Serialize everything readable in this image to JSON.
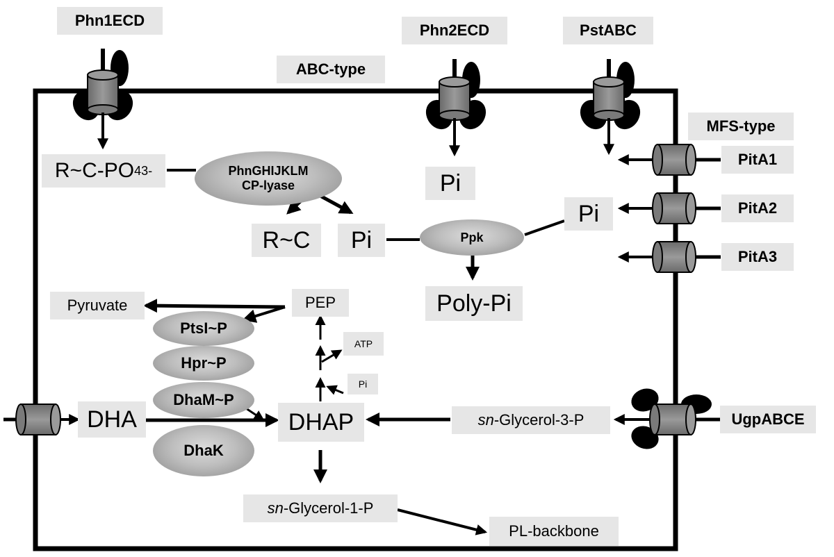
{
  "labels": {
    "phn1ecd": "Phn1ECD",
    "phn2ecd": "Phn2ECD",
    "pstabc": "PstABC",
    "abc_type": "ABC-type",
    "mfs_type": "MFS-type",
    "pita1": "PitA1",
    "pita2": "PitA2",
    "pita3": "PitA3",
    "ugpabce": "UgpABCE"
  },
  "metabolites": {
    "phosphonate_base": "R~C-PO",
    "phosphonate_sub": "4",
    "phosphonate_sup": "3-",
    "rc": "R~C",
    "pi_center": "Pi",
    "pi_top": "Pi",
    "pi_right": "Pi",
    "polypi": "Poly-Pi",
    "pyruvate": "Pyruvate",
    "pep": "PEP",
    "atp": "ATP",
    "pi_small": "Pi",
    "dha": "DHA",
    "dhap": "DHAP",
    "g3p_italic": "sn",
    "g3p_rest": "-Glycerol-3-P",
    "g1p_italic": "sn",
    "g1p_rest": "-Glycerol-1-P",
    "pl_backbone": "PL-backbone"
  },
  "enzymes": {
    "phn_line1": "PhnGHIJKLM",
    "phn_line2": "CP-lyase",
    "ppk": "Ppk",
    "ptsi": "PtsI~P",
    "hpr": "Hpr~P",
    "dham": "DhaM~P",
    "dhak": "DhaK"
  },
  "colors": {
    "membrane": "#000000",
    "transporter": "#808080",
    "label_bg": "#e6e6e6"
  }
}
